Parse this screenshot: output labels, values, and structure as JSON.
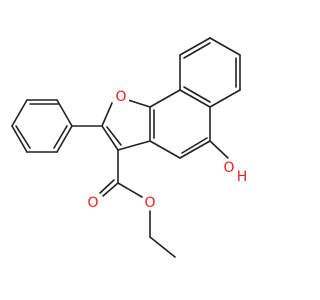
{
  "structure": {
    "atoms": {
      "furan_oxygen": {
        "label": "O",
        "color": "#e8231e"
      },
      "hydroxyl_oxygen": {
        "label": "O",
        "color": "#e8231e"
      },
      "hydroxyl_hydrogen": {
        "label": "H",
        "color": "#e8231e"
      },
      "carbonyl_oxygen": {
        "label": "O",
        "color": "#e8231e"
      },
      "ester_oxygen": {
        "label": "O",
        "color": "#e8231e"
      }
    },
    "bond_color": "#222222"
  }
}
